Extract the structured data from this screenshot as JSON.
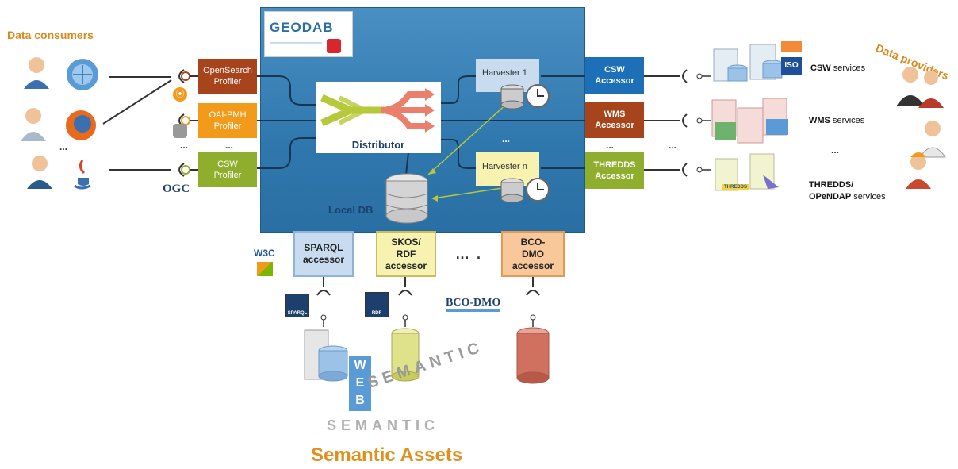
{
  "corner_titles": {
    "consumers": "Data consumers",
    "providers": "Data providers"
  },
  "logo": {
    "text": "GEODAB"
  },
  "profilers": [
    {
      "label": "OpenSearch\nProfiler",
      "color": "#a8441c"
    },
    {
      "label": "OAI-PMH\nProfiler",
      "color": "#f29a1a"
    },
    {
      "label": "CSW\nProfiler",
      "color": "#8fae2e"
    }
  ],
  "profiler_ellipsis": "...",
  "consumer_ellipsis": "...",
  "ogc_logo": "OGC",
  "distributor": {
    "label": "Distributor"
  },
  "local_db": {
    "label": "Local DB"
  },
  "harvesters": [
    {
      "label": "Harvester 1"
    },
    {
      "label": "Harvester n"
    }
  ],
  "harvester_ellipsis": "...",
  "accessors": [
    {
      "label": "CSW\nAccessor",
      "color": "#1d6fb8"
    },
    {
      "label": "WMS\nAccessor",
      "color": "#a8441c"
    },
    {
      "label": "THREDDS\nAccessor",
      "color": "#8fae2e"
    }
  ],
  "accessor_ellipsis": "...",
  "service_ellipsis": "...",
  "services": [
    {
      "bold": "CSW",
      "rest": " services"
    },
    {
      "bold": "WMS",
      "rest": " services"
    },
    {
      "bold": "THREDDS/\nOPeNDAP",
      "rest": " services"
    }
  ],
  "iso_logo": "ISO",
  "thredds_logo": "THREDDS",
  "bottom_accessors": [
    {
      "label": "SPARQL\naccessor",
      "color": "#c9dcef",
      "border": "#8fb3d6"
    },
    {
      "label": "SKOS/\nRDF\naccessor",
      "color": "#f7f2b0",
      "border": "#c8bd5a"
    },
    {
      "label": "BCO-\nDMO\naccessor",
      "color": "#f8c89a",
      "border": "#e39a55"
    }
  ],
  "bottom_ellipsis": "… .",
  "tech_logos": {
    "w3c": "W3C",
    "sparql": "SPARQL",
    "rdf": "RDF",
    "bcodmo": "BCO-DMO"
  },
  "semantic_assets": "Semantic Assets",
  "cubes": {
    "web": "WEB",
    "semantic": "SEMANTIC"
  },
  "colors": {
    "central": "#2f78ae",
    "orange_title": "#d98a1e"
  }
}
